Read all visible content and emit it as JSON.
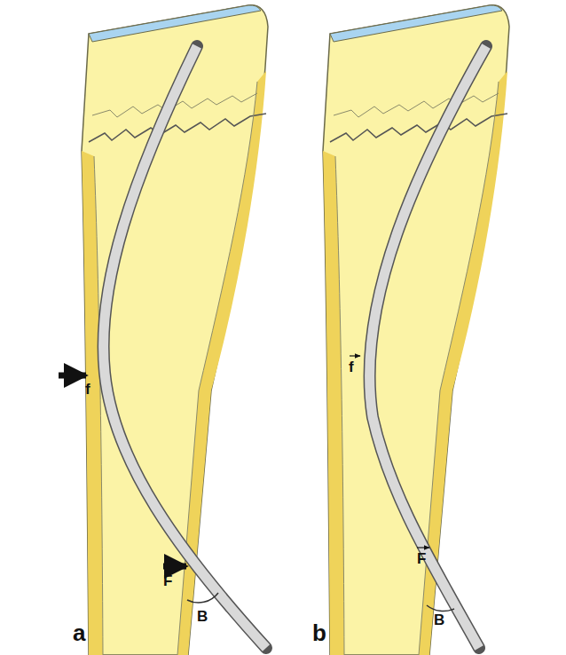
{
  "diagram": {
    "labels": [
      "f",
      "F",
      "B",
      "a",
      "f",
      "F",
      "B",
      "b"
    ]
  }
}
